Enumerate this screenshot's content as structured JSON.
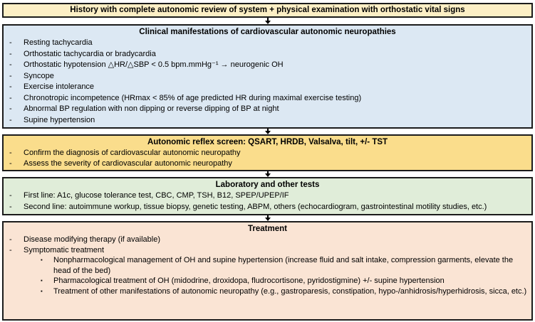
{
  "colors": {
    "page_background": "#FFFFFF",
    "border": "#1B1B1B",
    "text": "#000000",
    "history_bg": "#FCEFC5",
    "clinical_bg": "#DCE8F3",
    "reflex_bg": "#FADD8C",
    "lab_bg": "#E0EDD9",
    "treatment_bg": "#FAE4D4"
  },
  "bullets": {
    "dash": "-",
    "square": "▪"
  },
  "boxes": [
    {
      "id": "history",
      "bg": "#FCEFC5",
      "title": "History with complete autonomic review of system + physical examination with orthostatic vital signs",
      "items": []
    },
    {
      "id": "clinical-manifestations",
      "bg": "#DCE8F3",
      "title": "Clinical manifestations of cardiovascular autonomic neuropathies",
      "items": [
        "Resting tachycardia",
        "Orthostatic tachycardia or bradycardia",
        "Orthostatic hypotension △HR/△SBP < 0.5 bpm.mmHg⁻¹ → neurogenic OH",
        "Syncope",
        "Exercise intolerance",
        "Chronotropic incompetence (HRmax < 85% of age predicted HR during maximal exercise testing)",
        "Abnormal BP regulation with non dipping or reverse dipping of BP at night",
        "Supine hypertension"
      ]
    },
    {
      "id": "autonomic-reflex-screen",
      "bg": "#FADD8C",
      "title": "Autonomic reflex screen: QSART, HRDB, Valsalva, tilt, +/- TST",
      "items": [
        "Confirm the diagnosis of cardiovascular autonomic neuropathy",
        "Assess the severity of cardiovascular autonomic neuropathy"
      ]
    },
    {
      "id": "laboratory-tests",
      "bg": "#E0EDD9",
      "title": "Laboratory and other tests",
      "items": [
        "First line: A1c, glucose tolerance test, CBC, CMP, TSH, B12, SPEP/UPEP/IF",
        "Second line: autoimmune workup, tissue biopsy, genetic testing, ABPM, others (echocardiogram, gastrointestinal motility studies, etc.)"
      ]
    },
    {
      "id": "treatment",
      "bg": "#FAE4D4",
      "title": "Treatment",
      "items": [
        "Disease modifying therapy (if available)",
        "Symptomatic treatment"
      ],
      "subitems": [
        "Nonpharmacological management of OH and supine hypertension (increase fluid and salt intake, compression garments, elevate the head of the bed)",
        "Pharmacological treatment of OH (midodrine, droxidopa, fludrocortisone, pyridostigmine) +/- supine hypertension",
        "Treatment of other manifestations of autonomic neuropathy (e.g., gastroparesis, constipation, hypo-/anhidrosis/hyperhidrosis, sicca, etc.)"
      ]
    }
  ]
}
